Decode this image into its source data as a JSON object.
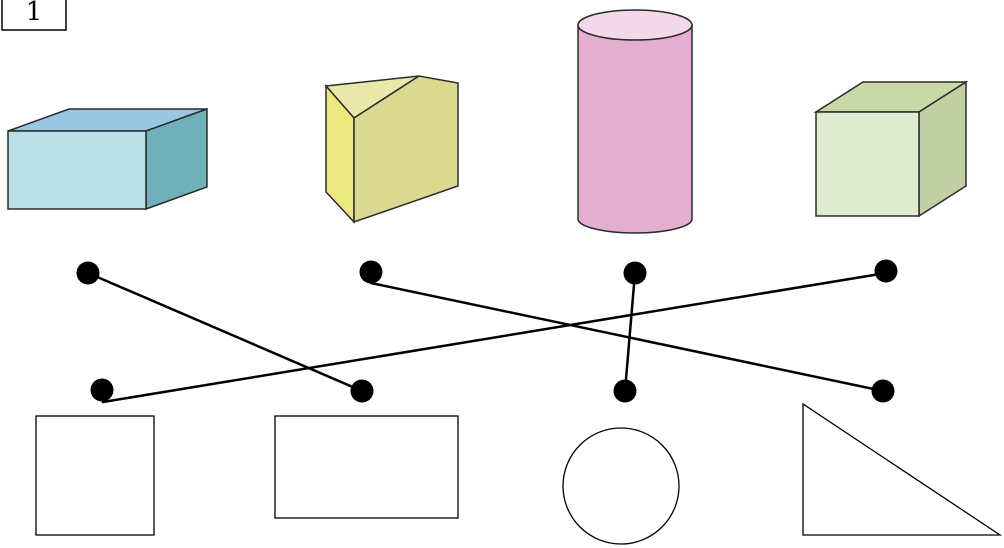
{
  "problem": {
    "number": "1"
  },
  "solids": [
    {
      "name": "cuboid",
      "fill_front": "#bae1e8",
      "fill_top": "#99c6e1",
      "fill_side": "#6fb0bb"
    },
    {
      "name": "triangular-prism",
      "fill_front": "#dbd98f",
      "fill_top": "#e9e8a8",
      "fill_side": "#eae87f"
    },
    {
      "name": "cylinder",
      "fill_body": "#e2afd0",
      "fill_top": "#f3d7ea"
    },
    {
      "name": "cube",
      "fill_front": "#dfebd0",
      "fill_top": "#c9d8a7",
      "fill_side": "#c2cfa3"
    }
  ],
  "flat_shapes": [
    "square",
    "rectangle",
    "circle",
    "triangle"
  ],
  "matching": [
    {
      "from": "cuboid",
      "to": "rectangle"
    },
    {
      "from": "triangular-prism",
      "to": "triangle"
    },
    {
      "from": "cylinder",
      "to": "circle"
    },
    {
      "from": "cube",
      "to": "square"
    }
  ],
  "colors": {
    "stroke": "#000000",
    "dot": "#000000"
  }
}
